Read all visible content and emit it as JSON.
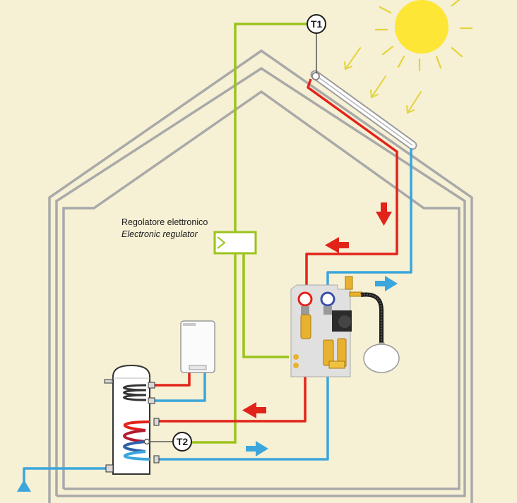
{
  "regulator": {
    "label_it": "Regolatore elettronico",
    "label_en": "Electronic regulator"
  },
  "sensors": {
    "t1": "T1",
    "t2": "T2"
  },
  "colors": {
    "background": "#f6f0d4",
    "house_outline": "#a9a9a9",
    "hot_pipe": "#e2231a",
    "cold_pipe": "#3aa6dc",
    "signal_wire": "#9ac31c",
    "sun": "#fde636",
    "sun_rays": "#e3d43a"
  },
  "icons": {
    "sun": "sun-icon",
    "flow_arrow": "arrow-icon",
    "inlet": "water-inlet-triangle"
  }
}
